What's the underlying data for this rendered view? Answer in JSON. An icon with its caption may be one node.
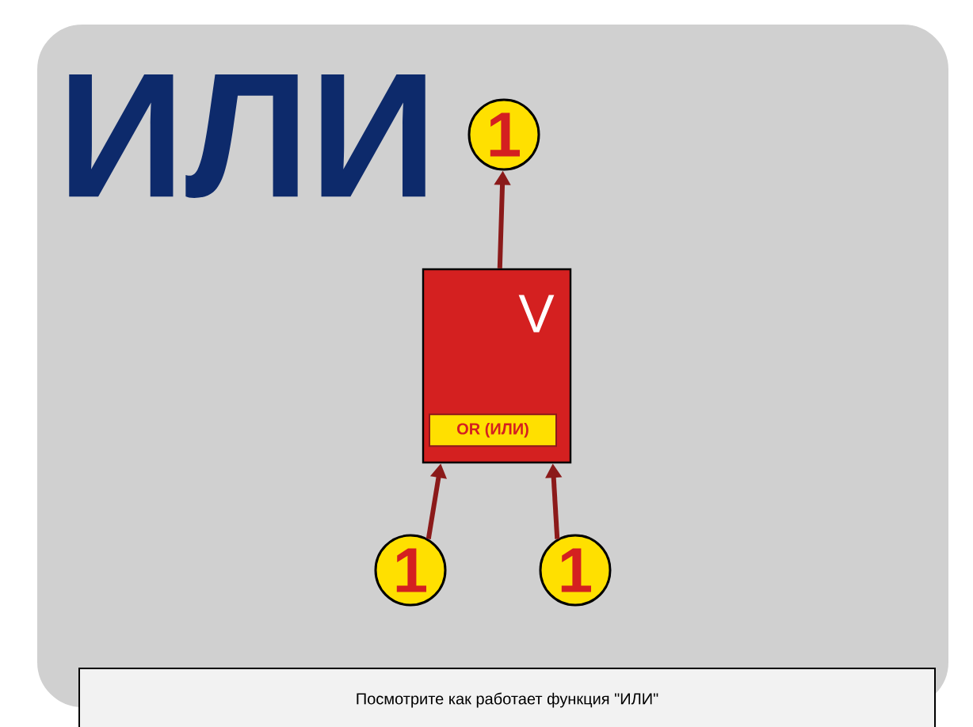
{
  "diagram": {
    "title": "ИЛИ",
    "nodes": [
      {
        "text": [
          "V"
        ]
      },
      {
        "text": [
          "OR (ИЛИ)"
        ],
        "in": 0
      },
      {
        "text": [
          "1"
        ]
      },
      {
        "text": [
          "1"
        ]
      },
      {
        "text": [
          "1"
        ]
      },
      {
        "text": [
          "Посмотрите как работает функция \"ИЛИ\""
        ]
      }
    ],
    "edges": [
      {
        "from": 0,
        "to": 2,
        "arrow": "to"
      },
      {
        "from": 3,
        "to": 0,
        "arrow": "to"
      },
      {
        "from": 4,
        "to": 0,
        "arrow": "to"
      }
    ]
  }
}
